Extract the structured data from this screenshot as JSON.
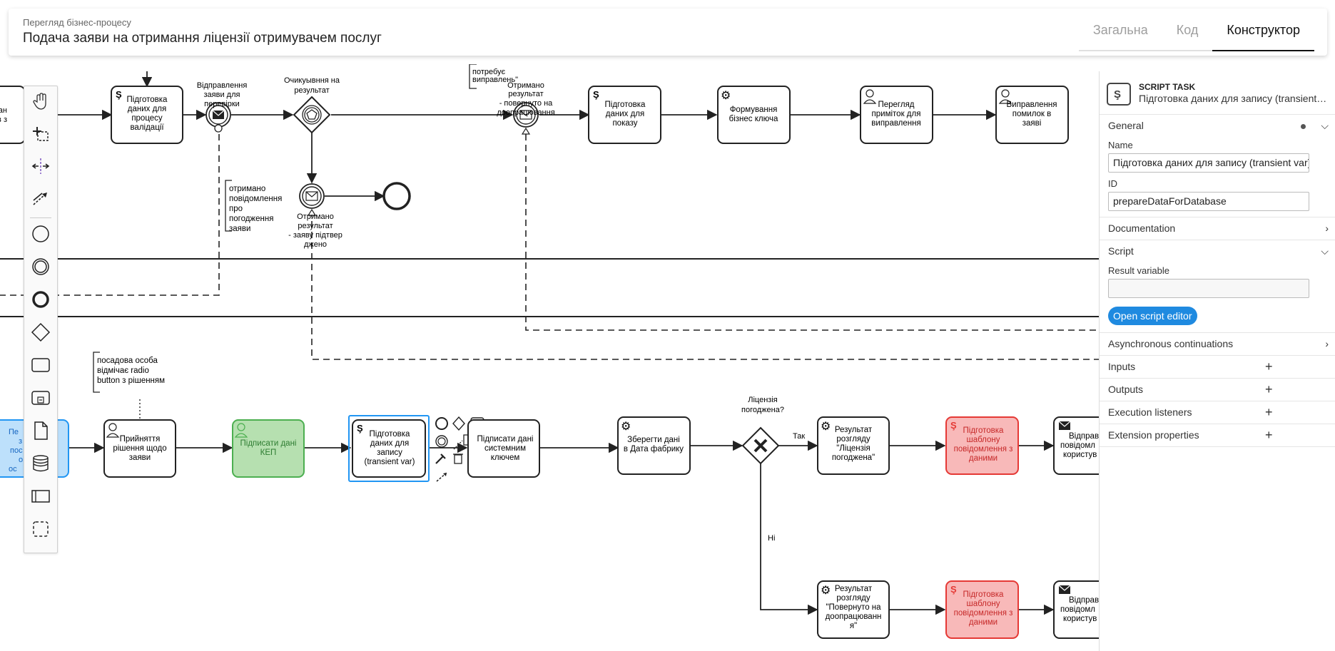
{
  "header": {
    "subtitle": "Перегляд бізнес-процесу",
    "title": "Подача заяви на отримання ліцензії отримувачем послуг",
    "tabs": [
      "Загальна",
      "Код",
      "Конструктор"
    ]
  },
  "palette": {
    "tools": [
      "hand-tool",
      "lasso-tool",
      "space-tool",
      "connect-tool"
    ],
    "elements": [
      "start-event",
      "intermediate-event",
      "end-event",
      "gateway",
      "task",
      "subprocess",
      "data-object",
      "data-store",
      "pool",
      "group"
    ]
  },
  "diagram": {
    "top": {
      "t1_partial": [
        "исан",
        "в з"
      ],
      "t2": [
        "Підготовка",
        "даних для",
        "процесу",
        "валідації"
      ],
      "ev1_label": [
        "Відправлення",
        "заяви для",
        "перевірки"
      ],
      "gw_label": [
        "Очикуывння на",
        "результат"
      ],
      "ann_top": [
        "потребує",
        "виправлень\""
      ],
      "ev2_label": [
        "Отримано",
        "результат",
        "- повернуто на",
        "доопрацювання"
      ],
      "t3": [
        "Підготовка",
        "даних для",
        "показу"
      ],
      "t4": [
        "Формування",
        "бізнес ключа"
      ],
      "t5": [
        "Перегляд",
        "приміток для",
        "виправлення"
      ],
      "t6": [
        "Виправлення",
        "помилок в",
        "заяві"
      ],
      "ann_received": [
        "отримано",
        "повідомлення",
        "про",
        "погодження",
        "заяви"
      ],
      "ev3_label": [
        "Отримано",
        "результат",
        "- заяву підтвер",
        "джено"
      ]
    },
    "bottom": {
      "ann_official": [
        "посадова особа",
        "відмічає radio",
        "button з рішенням"
      ],
      "blue_partial": [
        "Пе",
        "з",
        "пос",
        "о",
        "ос"
      ],
      "t_decision": [
        "Прийняття",
        "рішення щодо",
        "заяви"
      ],
      "t_sign": [
        "Підписати дані",
        "КЕП"
      ],
      "t_prepare": [
        "Підготовка",
        "даних для",
        "запису",
        "(transient var)"
      ],
      "t_sign_sys": [
        "Підписати дані",
        "системним",
        "ключем"
      ],
      "t_save": [
        "Зберегти дані",
        "в Дата фабрику"
      ],
      "gw_q": [
        "Ліцензія",
        "погоджена?"
      ],
      "flow_yes": "Так",
      "flow_no": "Ні",
      "t_result_yes": [
        "Результат",
        "розгляду",
        "\"Ліцензія",
        "погоджена\""
      ],
      "t_tpl_1": [
        "Підготовка",
        "шаблону",
        "повідомлення з",
        "даними"
      ],
      "t_send_1": [
        "Відправ",
        "повідомл",
        "користув"
      ],
      "t_result_no": [
        "Результат",
        "розгляду",
        "\"Повернуто на",
        "доопрацюванн",
        "я\""
      ],
      "t_tpl_2": [
        "Підготовка",
        "шаблону",
        "повідомлення з",
        "даними"
      ],
      "t_send_2": [
        "Відправ",
        "повідомл",
        "користув"
      ]
    }
  },
  "properties": {
    "type": "SCRIPT TASK",
    "element_name": "Підготовка даних для запису (transient var)",
    "sections": {
      "general": "General",
      "name_label": "Name",
      "name_value": "Підготовка даних для запису (transient var)",
      "id_label": "ID",
      "id_value": "prepareDataForDatabase",
      "documentation": "Documentation",
      "script": "Script",
      "result_variable_label": "Result variable",
      "result_variable_value": "",
      "open_script_editor": "Open script editor",
      "async": "Asynchronous continuations",
      "inputs": "Inputs",
      "outputs": "Outputs",
      "execution_listeners": "Execution listeners",
      "extension_properties": "Extension properties"
    }
  },
  "colors": {
    "accent": "#1f8ae0",
    "selection": "#2196f3",
    "green_fill": "#b6e0b0",
    "green_stroke": "#4caf50",
    "red_fill": "#f8b9b9",
    "red_stroke": "#e53935",
    "blue_fill": "#bde0fb"
  }
}
